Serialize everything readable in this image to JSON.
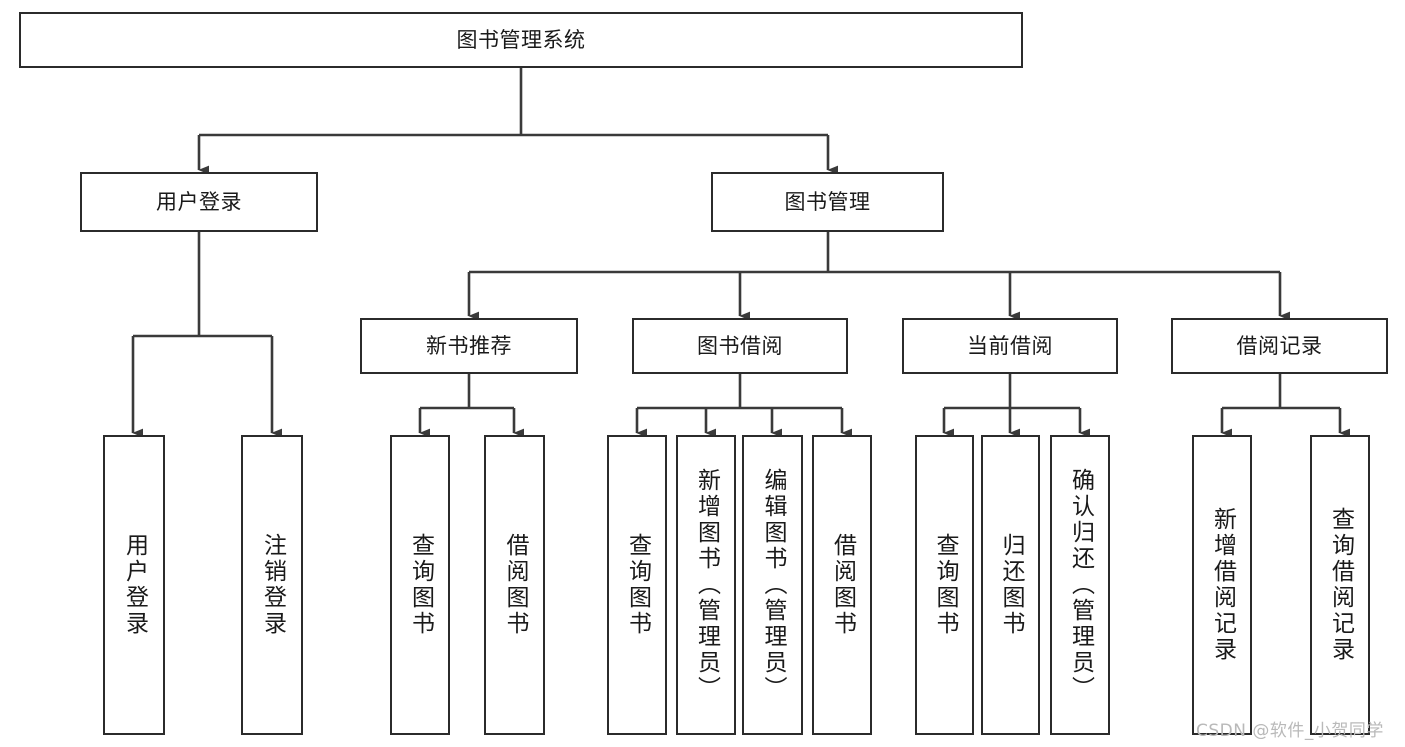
{
  "diagram": {
    "type": "hierarchy-tree",
    "title": "图书管理系统",
    "watermark": "CSDN @软件_小贺同学",
    "colors": {
      "box_stroke": "#2b2b2b",
      "box_fill": "#ffffff",
      "edge": "#3a3a3a",
      "text": "#1a1a1a",
      "watermark": "#b9b9b9",
      "background": "#ffffff"
    },
    "nodes": {
      "root": {
        "label": "图书管理系统"
      },
      "level1": [
        {
          "id": "user-login",
          "label": "用户登录"
        },
        {
          "id": "book-manage",
          "label": "图书管理"
        }
      ],
      "level2": [
        {
          "id": "new-book-recommend",
          "label": "新书推荐"
        },
        {
          "id": "book-borrow",
          "label": "图书借阅"
        },
        {
          "id": "current-borrow",
          "label": "当前借阅"
        },
        {
          "id": "borrow-record",
          "label": "借阅记录"
        }
      ],
      "leaves": {
        "user-login": [
          {
            "id": "leaf-user-login",
            "label": "用户登录"
          },
          {
            "id": "leaf-user-logout",
            "label": "注销登录"
          }
        ],
        "new-book-recommend": [
          {
            "id": "leaf-query-book-1",
            "label": "查询图书"
          },
          {
            "id": "leaf-borrow-book-1",
            "label": "借阅图书"
          }
        ],
        "book-borrow": [
          {
            "id": "leaf-query-book-2",
            "label": "查询图书"
          },
          {
            "id": "leaf-add-book",
            "label": "新增图书（管理员）"
          },
          {
            "id": "leaf-edit-book",
            "label": "编辑图书（管理员）"
          },
          {
            "id": "leaf-borrow-book-2",
            "label": "借阅图书"
          }
        ],
        "current-borrow": [
          {
            "id": "leaf-query-book-3",
            "label": "查询图书"
          },
          {
            "id": "leaf-return-book",
            "label": "归还图书"
          },
          {
            "id": "leaf-confirm-return",
            "label": "确认归还（管理员）"
          }
        ],
        "borrow-record": [
          {
            "id": "leaf-add-record",
            "label": "新增借阅记录"
          },
          {
            "id": "leaf-query-record",
            "label": "查询借阅记录"
          }
        ]
      }
    }
  }
}
